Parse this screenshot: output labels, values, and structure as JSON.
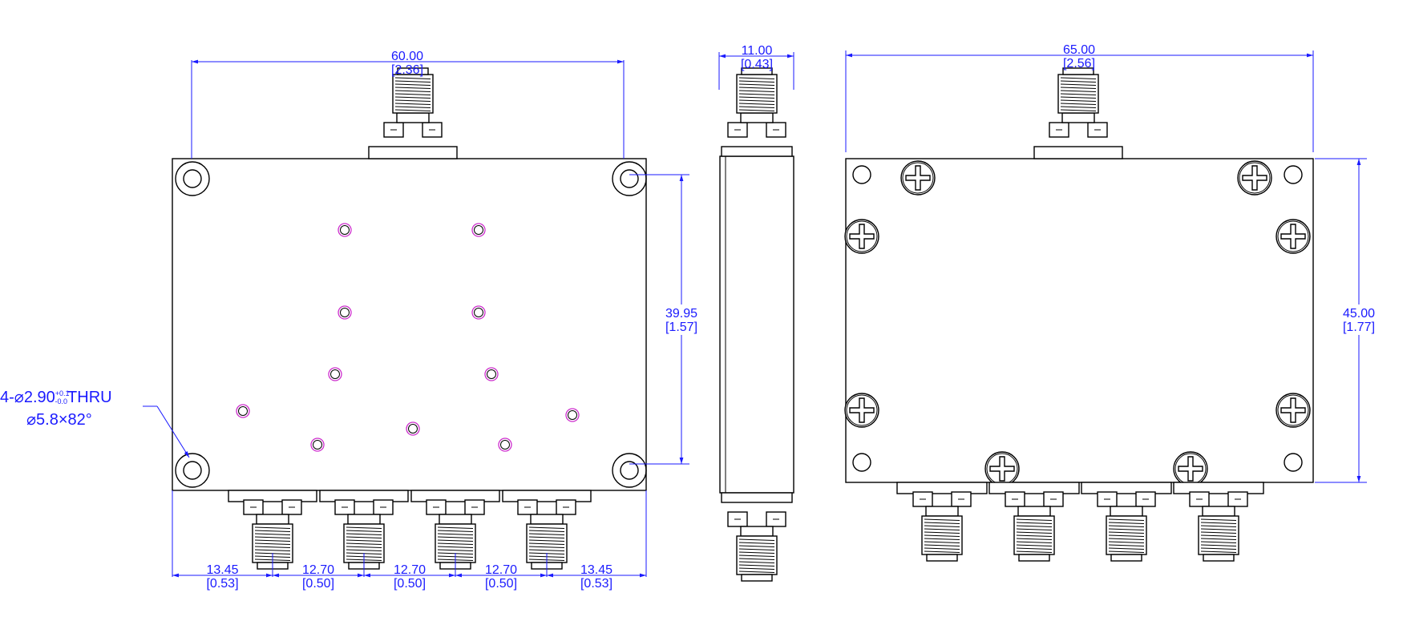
{
  "colors": {
    "dimension": "#1a1aff",
    "outline": "#000000",
    "screw_mark": "#cc2ccc"
  },
  "dimensions": {
    "front_width": {
      "mm": "60.00",
      "inch": "[2.36]"
    },
    "side_depth": {
      "mm": "11.00",
      "inch": "[0.43]"
    },
    "back_width": {
      "mm": "65.00",
      "inch": "[2.56]"
    },
    "hole_spacing": {
      "mm": "39.95",
      "inch": "[1.57]"
    },
    "back_height": {
      "mm": "45.00",
      "inch": "[1.77]"
    },
    "port_spacing": [
      {
        "mm": "13.45",
        "inch": "[0.53]"
      },
      {
        "mm": "12.70",
        "inch": "[0.50]"
      },
      {
        "mm": "12.70",
        "inch": "[0.50]"
      },
      {
        "mm": "12.70",
        "inch": "[0.50]"
      },
      {
        "mm": "13.45",
        "inch": "[0.53]"
      }
    ]
  },
  "hole_note": {
    "prefix": "4-⌀2.90",
    "tol_upper": "+0.1",
    "tol_lower": "-0.0",
    "suffix": "THRU",
    "line2": "⌀5.8×82°"
  },
  "icons": [
    "sma-connector-icon",
    "mounting-hole-icon",
    "phillips-screw-icon"
  ]
}
